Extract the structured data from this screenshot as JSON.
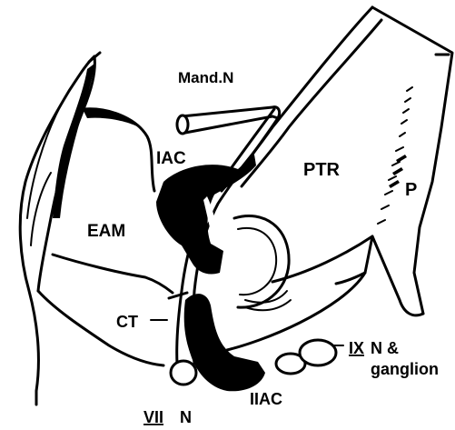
{
  "labels": {
    "mand_n": "Mand.N",
    "iac": "IAC",
    "ptr": "PTR",
    "p": "P",
    "eam": "EAM",
    "ct": "CT",
    "ix_n_line1": "N &",
    "ix_numeral": "IX",
    "ix_n_line2": "ganglion",
    "vii_numeral": "VII",
    "vii_n": "N",
    "iiac": "IIAC"
  },
  "colors": {
    "ink": "#000000",
    "paper": "#ffffff"
  }
}
